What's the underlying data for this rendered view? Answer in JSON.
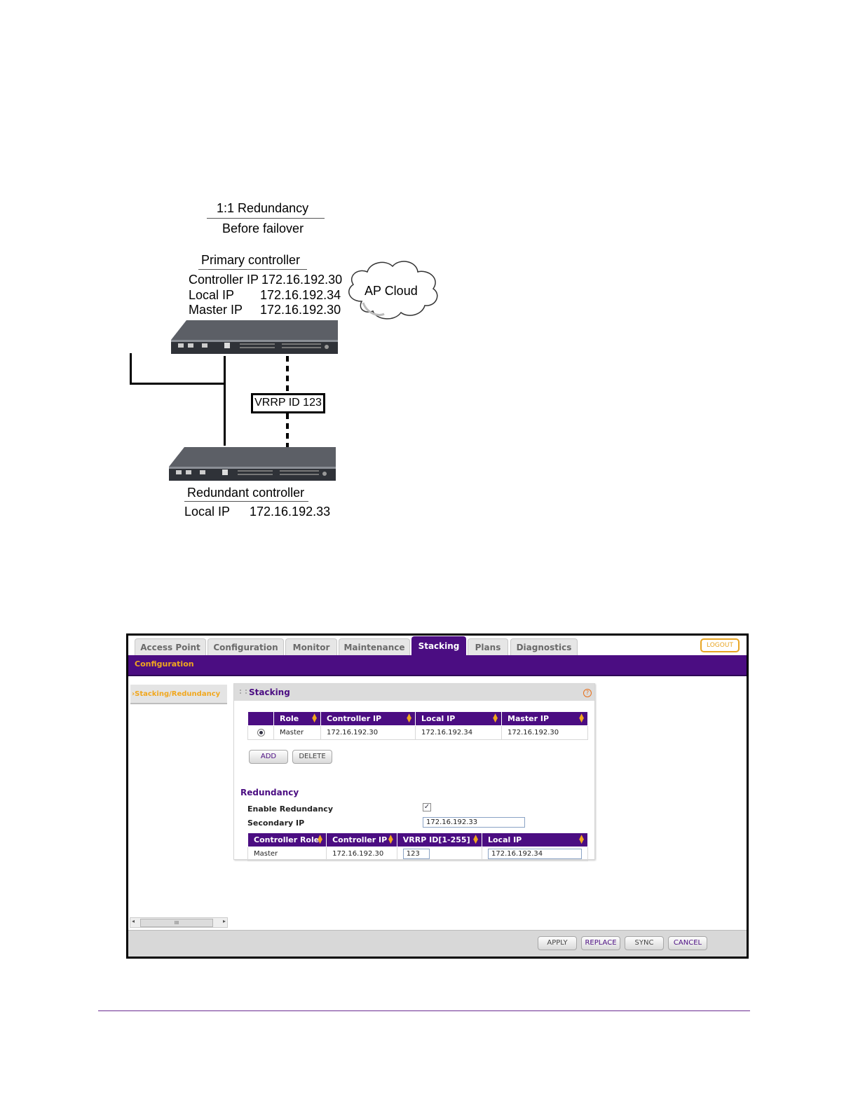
{
  "diagram": {
    "title": "1:1 Redundancy",
    "subtitle": "Before failover",
    "primary": {
      "heading": "Primary controller",
      "rows": [
        {
          "label": "Controller IP",
          "value": "172.16.192.30"
        },
        {
          "label": "Local IP",
          "value": "172.16.192.34"
        },
        {
          "label": "Master IP",
          "value": "172.16.192.30"
        }
      ]
    },
    "cloud_label": "AP Cloud",
    "vrrp_label": "VRRP ID 123",
    "redundant": {
      "heading": "Redundant controller",
      "rows": [
        {
          "label": "Local IP",
          "value": "172.16.192.33"
        }
      ]
    }
  },
  "ui": {
    "tabs": [
      "Access Point",
      "Configuration",
      "Monitor",
      "Maintenance",
      "Stacking",
      "Plans",
      "Diagnostics"
    ],
    "active_tab": "Stacking",
    "logout": "LOGOUT",
    "config_label": "Configuration",
    "sidebar_item": "›Stacking/Redundancy",
    "panel_title": "Stacking",
    "stacking_table": {
      "headers": [
        "Role",
        "Controller IP",
        "Local IP",
        "Master IP"
      ],
      "rows": [
        [
          "Master",
          "172.16.192.30",
          "172.16.192.34",
          "172.16.192.30"
        ]
      ]
    },
    "add_button": "ADD",
    "delete_button": "DELETE",
    "redundancy_title": "Redundancy",
    "enable_redundancy_label": "Enable Redundancy",
    "enable_redundancy_checked": true,
    "secondary_ip_label": "Secondary IP",
    "secondary_ip_value": "172.16.192.33",
    "redundancy_table": {
      "headers": [
        "Controller Role",
        "Controller IP",
        "VRRP ID[1-255]",
        "Local IP"
      ],
      "rows": [
        [
          "Master",
          "172.16.192.30",
          "123",
          "172.16.192.34"
        ]
      ]
    },
    "scroll_thumb": "III",
    "footer_buttons": [
      "APPLY",
      "REPLACE",
      "SYNC",
      "CANCEL"
    ],
    "accent_color": "#4b0d82",
    "highlight_color": "#f1a71e"
  }
}
